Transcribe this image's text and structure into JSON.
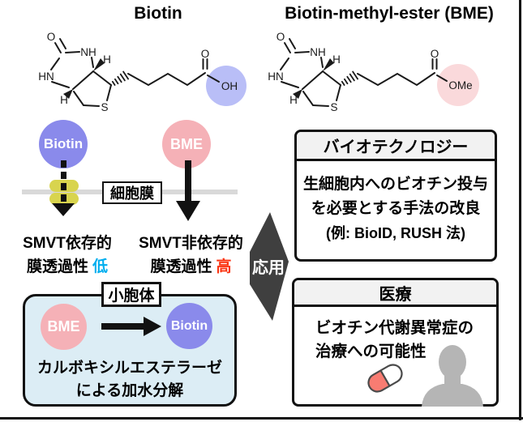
{
  "titles": {
    "biotin": "Biotin",
    "bme": "Biotin-methyl-ester (BME)"
  },
  "chem": {
    "o": "O",
    "nh": "NH",
    "hn": "HN",
    "h": "H",
    "s": "S",
    "oh": "OH",
    "ome": "OMe"
  },
  "molecules": {
    "biotin": "Biotin",
    "bme": "BME"
  },
  "membrane": {
    "label": "細胞膜"
  },
  "permeability": {
    "left_line1": "SMVT依存的",
    "left_line2": "膜透過性",
    "left_value": "低",
    "right_line1": "SMVT非依存的",
    "right_line2": "膜透過性",
    "right_value": "高"
  },
  "er": {
    "label": "小胞体",
    "bme": "BME",
    "biotin": "Biotin",
    "caption1": "カルボキシルエステラーゼ",
    "caption2": "による加水分解"
  },
  "application": {
    "label": "応用"
  },
  "biotech": {
    "header": "バイオテクノロジー",
    "line1": "生細胞内へのビオチン投与",
    "line2": "を必要とする手法の改良",
    "line3": "(例: BioID, RUSH 法)"
  },
  "medical": {
    "header": "医療",
    "line1": "ビオチン代謝異常症の",
    "line2": "治療への可能性"
  },
  "colors": {
    "biotin_purple": "#8a8aeb",
    "bme_pink": "#f5b1b7",
    "oh_highlight": "#b9bef7",
    "ome_highlight": "#fad9db",
    "transporter_yellow": "#d8d44e",
    "membrane_gray": "#d9d9d9",
    "er_fill": "#dcedf5",
    "header_fill": "#f2f2f2",
    "arrow_dark": "#3f3f3f",
    "low_blue": "#00aeef",
    "high_red": "#fb3310",
    "pill_red": "#f87c72",
    "person_gray": "#b5b5b5"
  }
}
